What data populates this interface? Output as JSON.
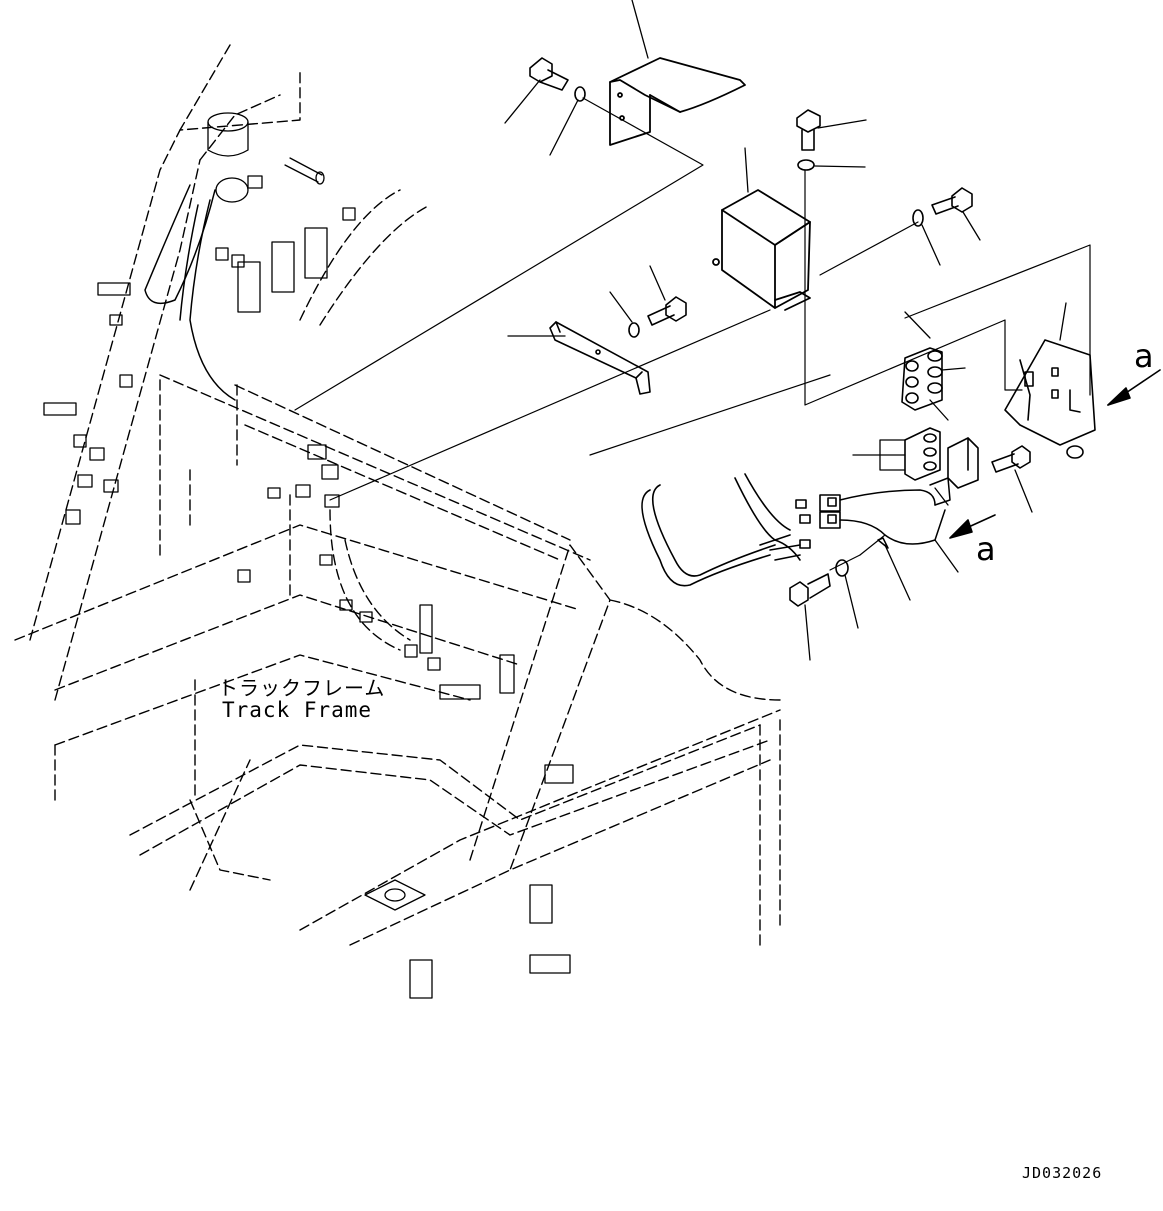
{
  "diagram": {
    "frame_label_jp": "トラックフレーム",
    "frame_label_en": "Track Frame",
    "view_marker": "a",
    "view_marker_2": "a",
    "drawing_code": "JD032026"
  },
  "colors": {
    "line": "#000000",
    "background": "#ffffff"
  },
  "icons": [
    "bolt-icon",
    "washer-icon",
    "cover-icon",
    "bracket-icon",
    "connector-icon",
    "hose-icon",
    "view-arrow-icon"
  ]
}
